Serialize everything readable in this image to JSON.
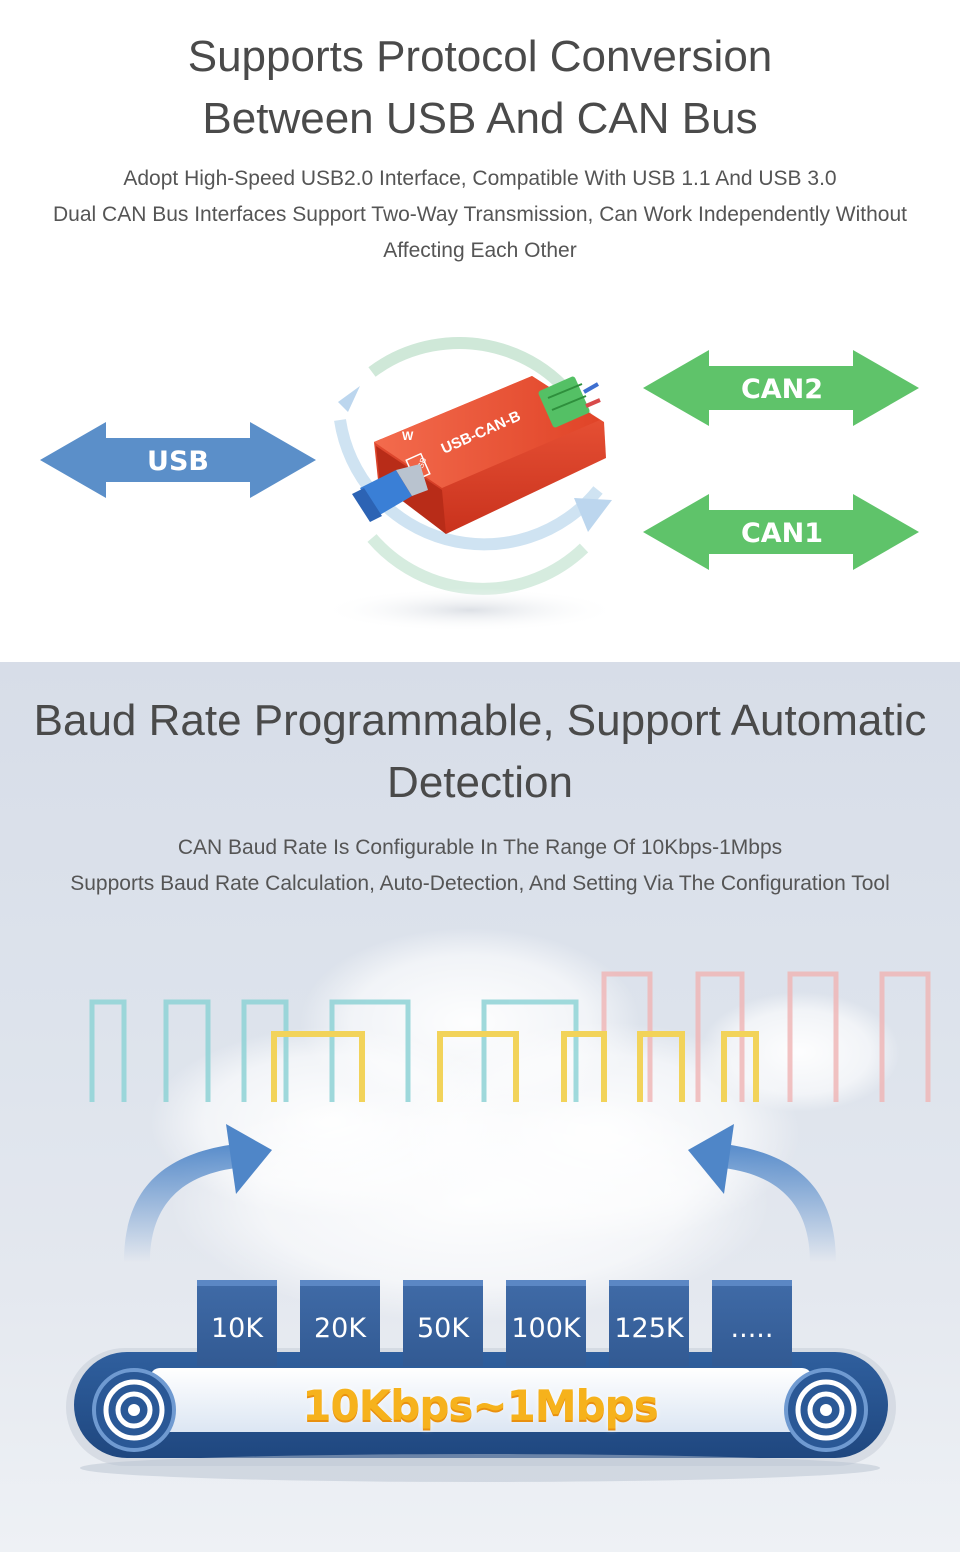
{
  "section1": {
    "heading_line1": "Supports Protocol Conversion",
    "heading_line2": "Between USB And CAN Bus",
    "sub_line1": "Adopt High-Speed USB2.0 Interface, Compatible With USB 1.1 And USB 3.0",
    "sub_line2": "Dual CAN Bus Interfaces Support Two-Way Transmission, Can Work Independently Without",
    "sub_line3": "Affecting Each Other",
    "arrow_usb": "USB",
    "arrow_can2": "CAN2",
    "arrow_can1": "CAN1",
    "device_label": "USB-CAN-B",
    "device_port_label": "USB",
    "colors": {
      "usb_arrow": "#5b8fc9",
      "can_arrow": "#5fc36a",
      "device": "#e2452d"
    }
  },
  "section2": {
    "heading_line1": "Baud Rate Programmable, Support Automatic",
    "heading_line2": "Detection",
    "sub_line1": "CAN Baud Rate Is Configurable In The Range Of 10Kbps-1Mbps",
    "sub_line2": "Supports Baud Rate Calculation, Auto-Detection, And Setting Via The Configuration Tool",
    "speeds": [
      "10K",
      "20K",
      "50K",
      "100K",
      "125K",
      "....."
    ],
    "range_label": "10Kbps~1Mbps",
    "colors": {
      "box": "#355f98",
      "range_text": "#f6b21c",
      "wave_teal": "#8fd3d6",
      "wave_yellow": "#f2d35a",
      "wave_red": "#f0b4b4"
    }
  }
}
